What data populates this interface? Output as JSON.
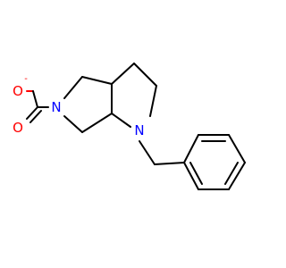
{
  "molecule": {
    "atoms": {
      "carboxylate_o_minus": {
        "symbol": "O",
        "charge": "-",
        "color": "#ff0000"
      },
      "carbonyl_o": {
        "symbol": "O",
        "color": "#ff0000"
      },
      "ring_n_carbamate": {
        "symbol": "N",
        "color": "#0000ff"
      },
      "ring_n_benzyl": {
        "symbol": "N",
        "color": "#0000ff"
      }
    },
    "bond_color": "#000000"
  }
}
